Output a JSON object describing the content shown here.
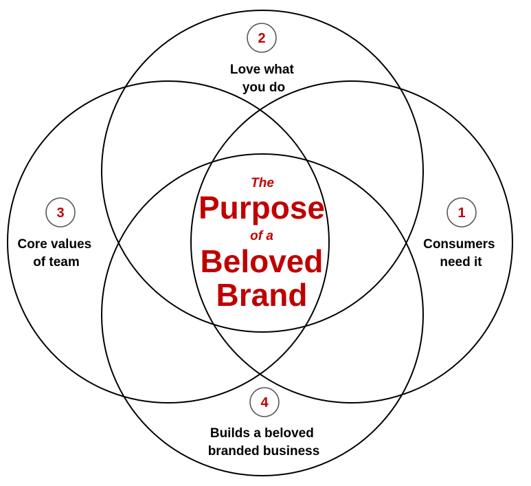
{
  "colors": {
    "accent": "#C00000",
    "ring": "#000000",
    "text": "#000000"
  },
  "center": {
    "the": "The",
    "purpose": "Purpose",
    "of_a": "of a",
    "beloved": "Beloved",
    "brand": "Brand"
  },
  "circles": [
    {
      "number": "1",
      "lines": [
        "Consumers",
        "need it"
      ]
    },
    {
      "number": "2",
      "lines": [
        "Love what",
        "you do"
      ]
    },
    {
      "number": "3",
      "lines": [
        "Core values",
        "of team"
      ]
    },
    {
      "number": "4",
      "lines": [
        "Builds a beloved",
        "branded business"
      ]
    }
  ]
}
